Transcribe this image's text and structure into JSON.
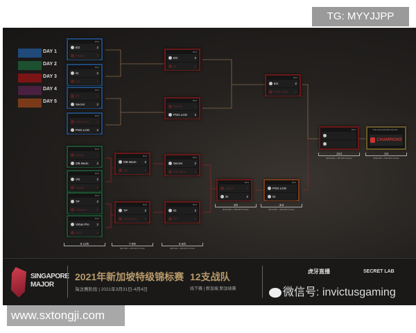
{
  "watermarks": {
    "top": "TG: MYYJJPP",
    "bottom": "www.sxtongji.com",
    "wechat": "微信号: invictusgaming"
  },
  "legend": [
    {
      "label": "DAY 1",
      "color": "#1f4a7a"
    },
    {
      "label": "DAY 2",
      "color": "#1d5030"
    },
    {
      "label": "DAY 3",
      "color": "#7a1515"
    },
    {
      "label": "DAY 4",
      "color": "#4a2040"
    },
    {
      "label": "DAY 5",
      "color": "#7a3a18"
    }
  ],
  "match_header": "BO3",
  "matches": [
    {
      "id": "ub-r1-1",
      "style": "blue",
      "teams": [
        [
          "EG",
          "2"
        ],
        [
          "Fnatic",
          "0"
        ]
      ]
    },
    {
      "id": "ub-r1-2",
      "style": "blue",
      "teams": [
        [
          "iG",
          "2"
        ],
        [
          "VG",
          "1"
        ]
      ]
    },
    {
      "id": "ub-r1-3",
      "style": "blue",
      "teams": [
        [
          "TP",
          "0"
        ],
        [
          "Secret",
          "2"
        ]
      ]
    },
    {
      "id": "ub-r1-4",
      "style": "blue",
      "teams": [
        [
          "Virtus.Pro",
          "0"
        ],
        [
          "PSG.LGD",
          "2"
        ]
      ]
    },
    {
      "id": "ub-r2-1",
      "style": "red",
      "teams": [
        [
          "EG",
          "2"
        ],
        [
          "iG",
          "0"
        ]
      ]
    },
    {
      "id": "ub-r2-2",
      "style": "red",
      "teams": [
        [
          "Secret",
          "1"
        ],
        [
          "PSG.LGD",
          "2"
        ]
      ]
    },
    {
      "id": "ub-final",
      "style": "red",
      "teams": [
        [
          "EG",
          "2"
        ],
        [
          "PSG.LGD",
          "1"
        ]
      ]
    },
    {
      "id": "lb-r1-1",
      "style": "green",
      "teams": [
        [
          "Fnatic",
          "1"
        ],
        [
          "OB.Neon",
          "2"
        ]
      ]
    },
    {
      "id": "lb-r1-2",
      "style": "green",
      "teams": [
        [
          "VG",
          "2"
        ],
        [
          "Liquid",
          "0"
        ]
      ]
    },
    {
      "id": "lb-r1-3",
      "style": "green",
      "teams": [
        [
          "TP",
          "2"
        ],
        [
          "Alliance",
          "0"
        ]
      ]
    },
    {
      "id": "lb-r1-4",
      "style": "green",
      "teams": [
        [
          "Virtus.Pro",
          "2"
        ],
        [
          "QCY",
          "0"
        ]
      ]
    },
    {
      "id": "lb-r2-1",
      "style": "red",
      "teams": [
        [
          "OB.Neon",
          "2"
        ],
        [
          "VG",
          "1"
        ]
      ]
    },
    {
      "id": "lb-r2-2",
      "style": "red",
      "teams": [
        [
          "TP",
          "2"
        ],
        [
          "Virtus.Pro",
          "0"
        ]
      ]
    },
    {
      "id": "lb-r3-1",
      "style": "red",
      "teams": [
        [
          "Secret",
          "2"
        ],
        [
          "OB.Neon",
          "1"
        ]
      ]
    },
    {
      "id": "lb-r3-2",
      "style": "red",
      "teams": [
        [
          "iG",
          "2"
        ],
        [
          "TP",
          "1"
        ]
      ]
    },
    {
      "id": "lb-r4",
      "style": "red",
      "teams": [
        [
          "Liquid",
          "0"
        ],
        [
          "iG",
          "2"
        ]
      ]
    },
    {
      "id": "lb-final",
      "style": "orange",
      "teams": [
        [
          "PSG.LGD",
          ""
        ],
        [
          "iG",
          ""
        ]
      ]
    },
    {
      "id": "grand-final",
      "style": "red",
      "teams": [
        [
          "",
          ""
        ],
        [
          "",
          ""
        ]
      ]
    }
  ],
  "placements": [
    {
      "label": "9-12th",
      "prize": ""
    },
    {
      "label": "7-8th",
      "prize": "$12,500 + 200 DPC Points"
    },
    {
      "label": "5-6th",
      "prize": "$25,000 + 300 DPC Points"
    },
    {
      "label": "4th",
      "prize": "$100,000 + 350 DPC Points"
    },
    {
      "label": "3rd",
      "prize": "$175,000 + 400 DPC Points"
    },
    {
      "label": "2nd",
      "prize": "$150,000 + 450 DPC Points"
    },
    {
      "label": "1st",
      "prize": "$300,000 + 500 DPC Points"
    }
  ],
  "champion": {
    "title": "THE SINGAPORE MAJOR",
    "label": "CHAMPIONS"
  },
  "footer": {
    "logo_line1": "SINGAPORE",
    "logo_line2": "MAJOR",
    "title": "2021年新加坡特级锦标赛",
    "subtitle": "淘汰赛阶段 | 2021年3月31日-4月4日",
    "teams": "12支战队",
    "teams_sub": "线下赛 | 新加坡,新加坡赛",
    "sponsor1": "虎牙直播",
    "sponsor2": "SECRET LAB"
  }
}
